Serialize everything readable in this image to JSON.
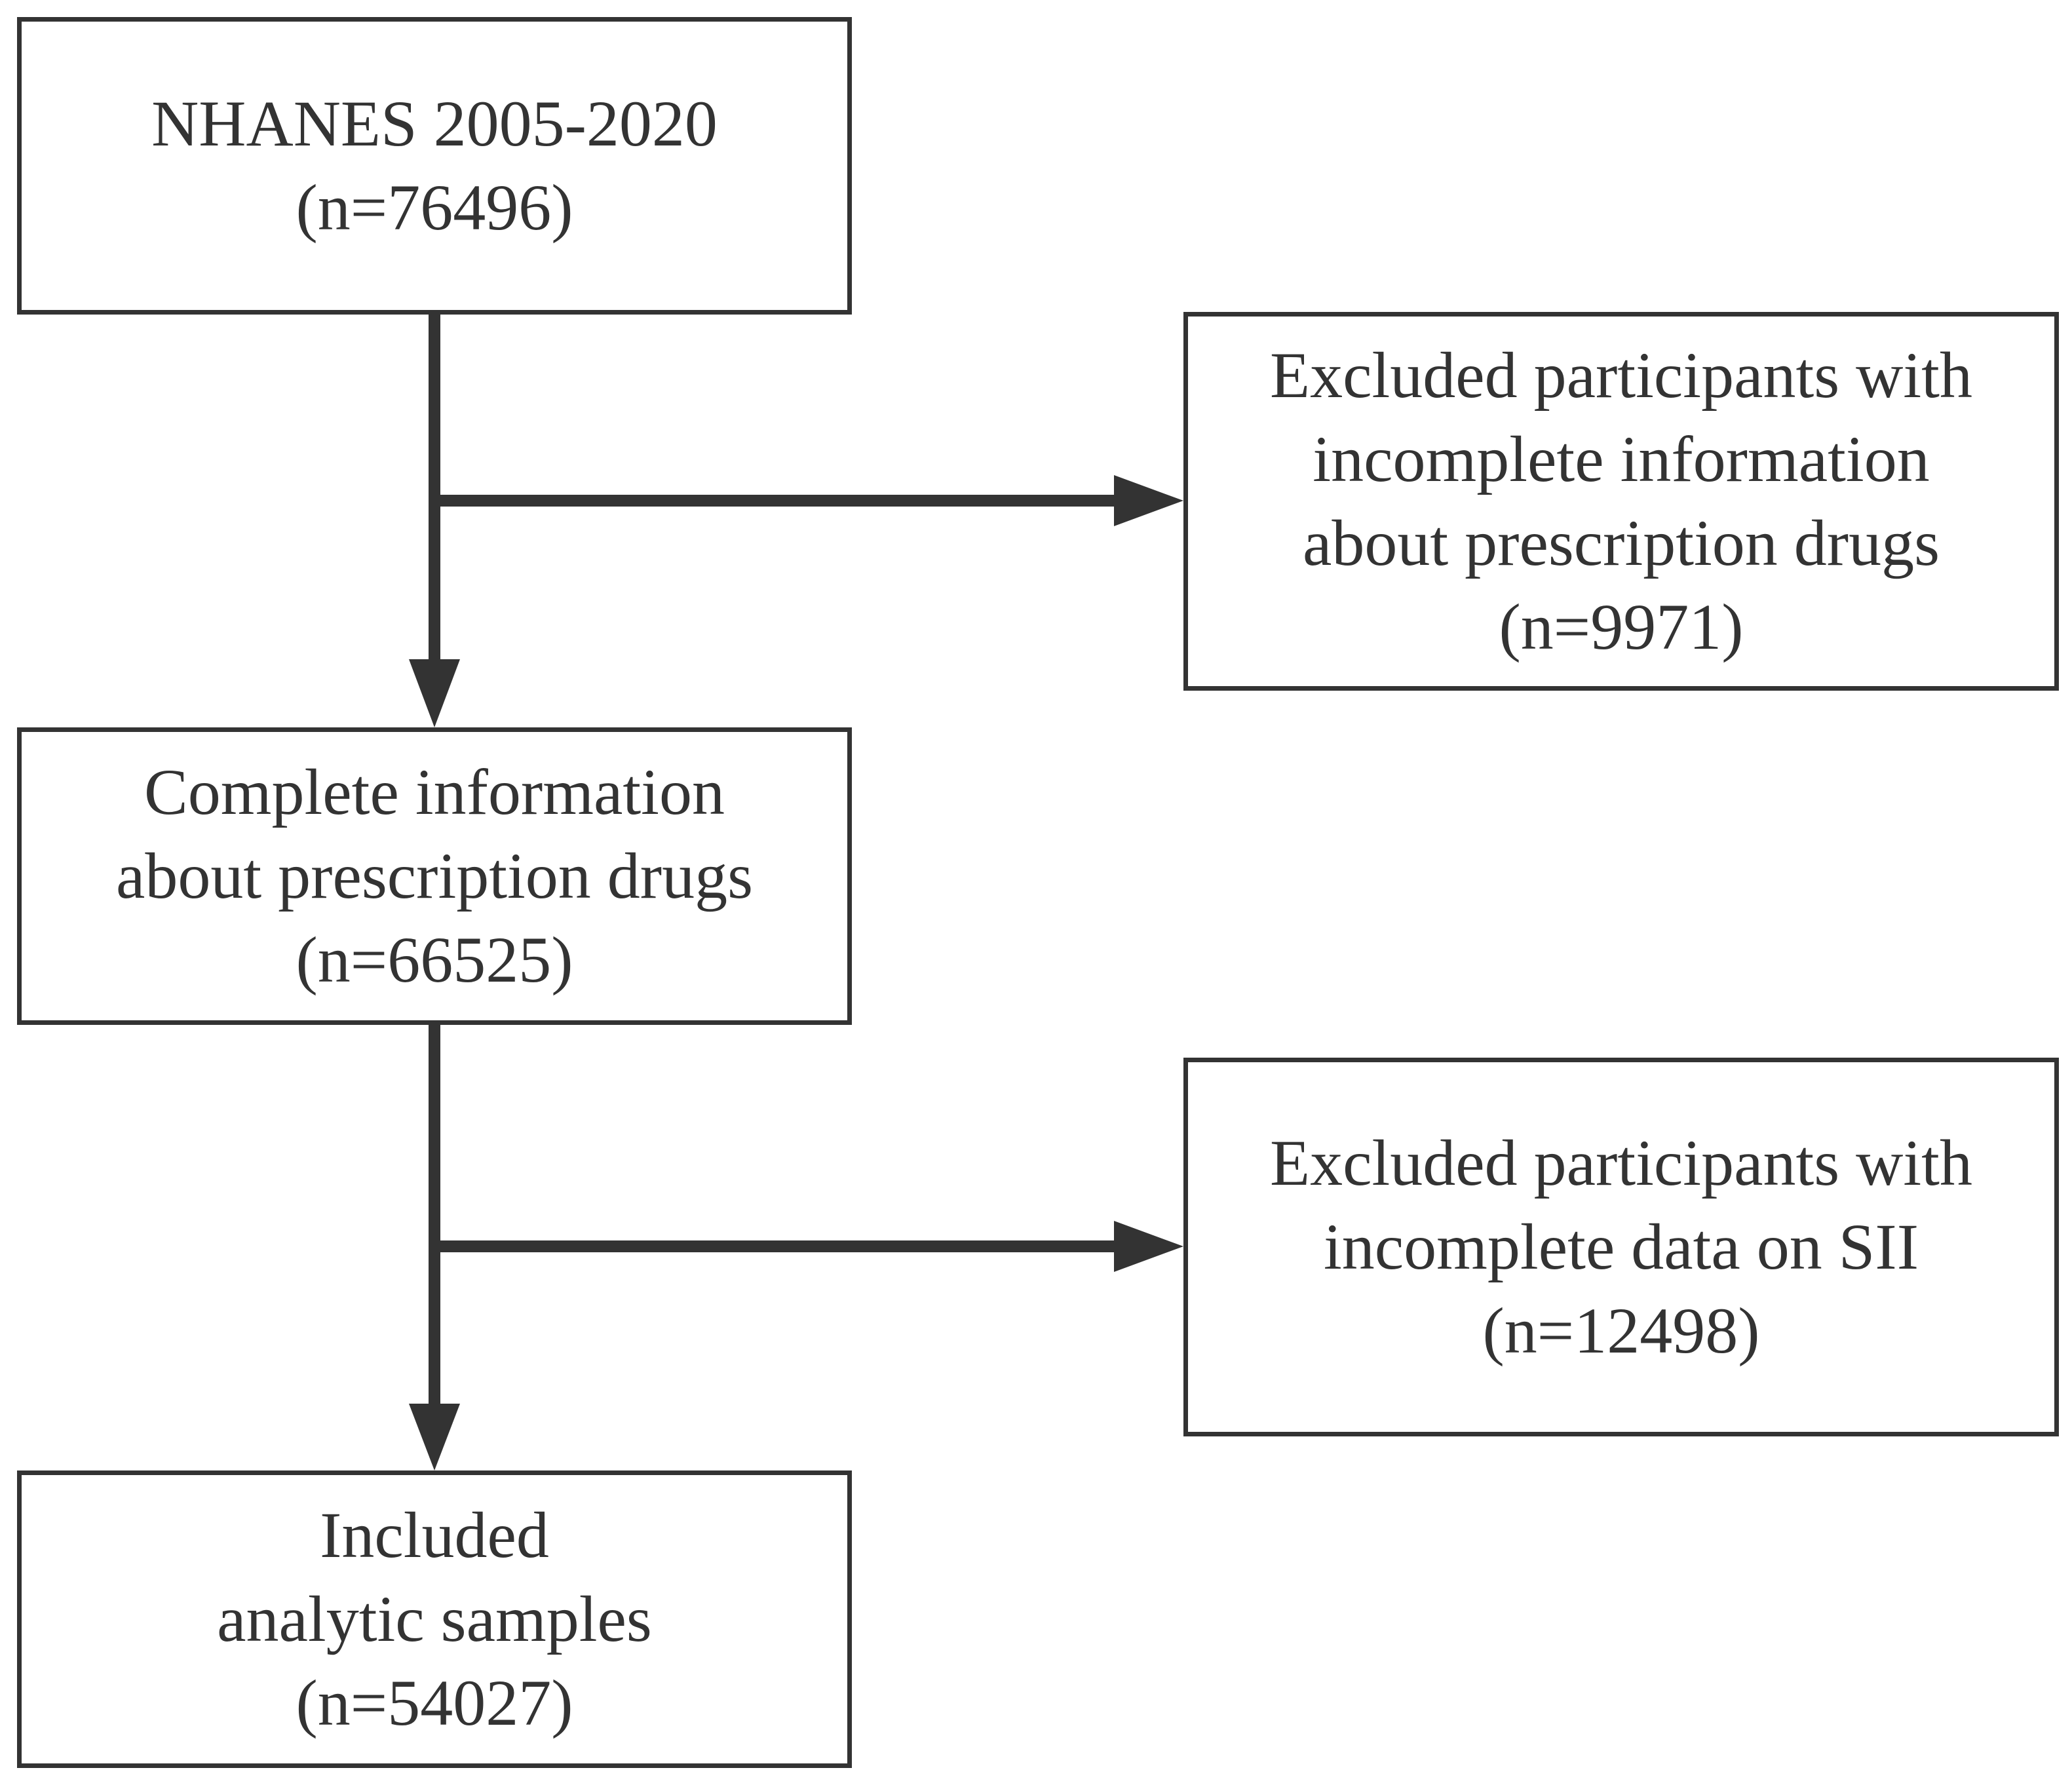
{
  "flowchart": {
    "nodes": {
      "nhanes": {
        "line1": "NHANES 2005-2020",
        "line2": "(n=76496)"
      },
      "excluded_prescription": {
        "line1": "Excluded participants with",
        "line2": "incomplete information",
        "line3": "about prescription drugs",
        "line4": "(n=9971)"
      },
      "complete_info": {
        "line1": "Complete information",
        "line2": "about prescription drugs",
        "line3": "(n=66525)"
      },
      "excluded_sii": {
        "line1": "Excluded participants with",
        "line2": "incomplete data on SII",
        "line3": "(n=12498)"
      },
      "included": {
        "line1": "Included",
        "line2": "analytic samples",
        "line3": "(n=54027)"
      }
    },
    "edges": [
      {
        "from": "nhanes",
        "to": "complete_info"
      },
      {
        "from": "nhanes",
        "to": "excluded_prescription"
      },
      {
        "from": "complete_info",
        "to": "included"
      },
      {
        "from": "complete_info",
        "to": "excluded_sii"
      }
    ],
    "colors": {
      "stroke": "#333333",
      "text": "#333333",
      "background": "#ffffff"
    }
  }
}
